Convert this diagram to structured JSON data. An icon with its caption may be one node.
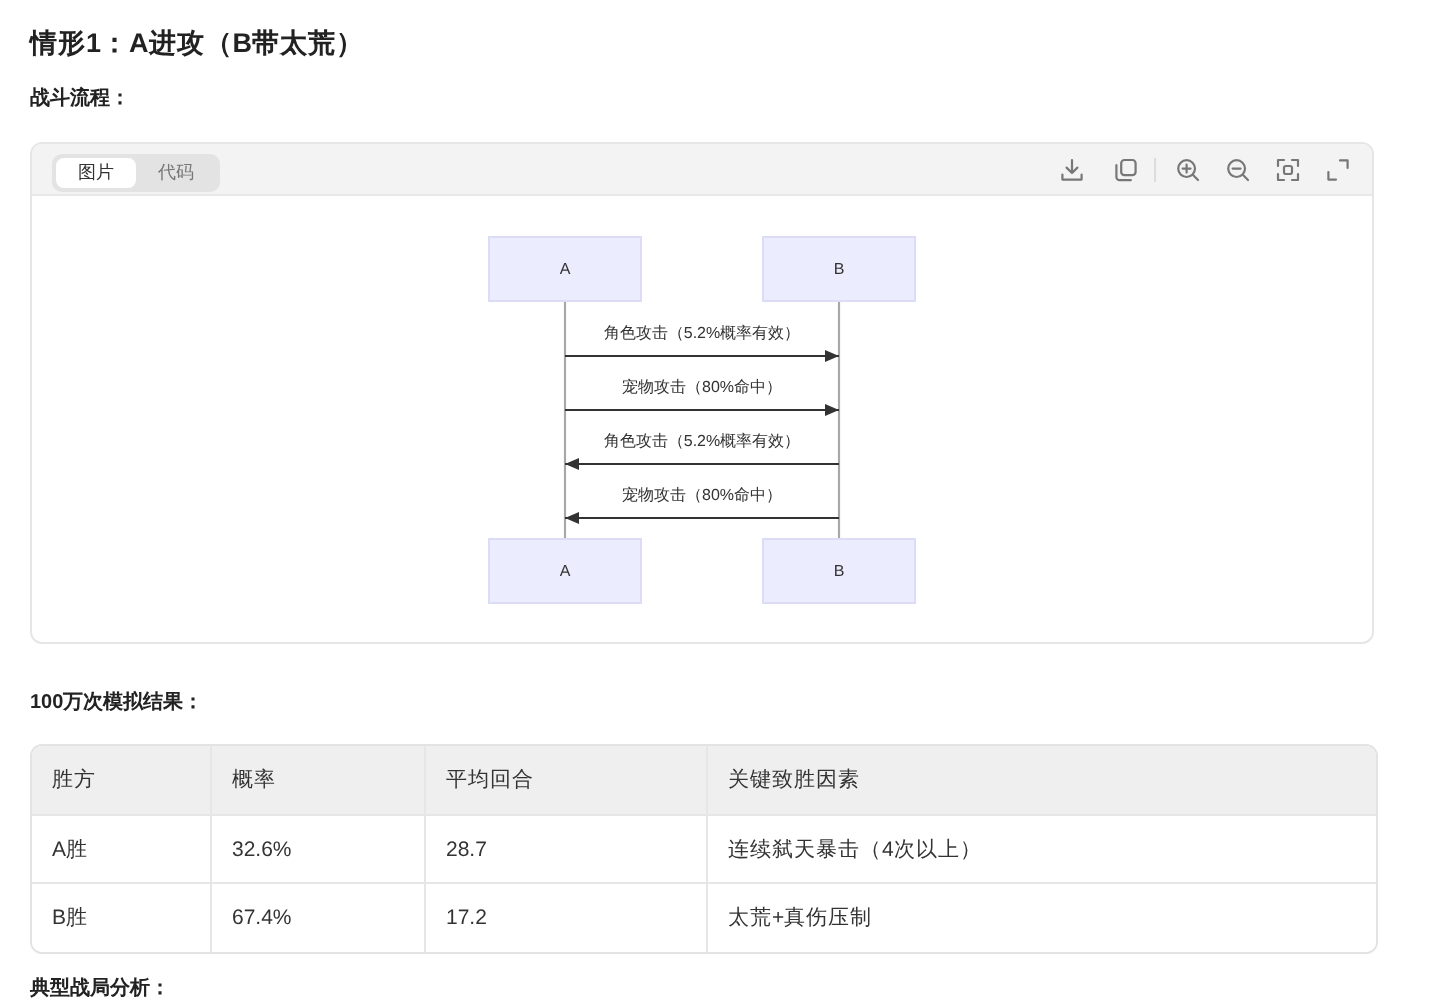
{
  "diagram": {
    "title": "情形1：A进攻（B带太荒）",
    "nodes": [
      {
        "text": [
          "A"
        ]
      },
      {
        "text": [
          "B"
        ]
      },
      {
        "text": [
          "A"
        ]
      },
      {
        "text": [
          "B"
        ]
      }
    ],
    "edges": [
      {
        "from": 0,
        "to": 2,
        "arrow": "none",
        "color": "#a8a8a8"
      },
      {
        "from": 1,
        "to": 3,
        "arrow": "none",
        "color": "#a8a8a8"
      },
      {
        "from": 0,
        "to": 1,
        "arrow": "to",
        "label": "角色攻击（5.2%概率有效）"
      },
      {
        "from": 0,
        "to": 1,
        "arrow": "to",
        "label": "宠物攻击（80%命中）"
      },
      {
        "from": 3,
        "to": 2,
        "arrow": "to",
        "label": "角色攻击（5.2%概率有效）"
      },
      {
        "from": 3,
        "to": 2,
        "arrow": "to",
        "label": "宠物攻击（80%命中）"
      }
    ],
    "labels": [
      "战斗流程：",
      "图片",
      "代码",
      "100万次模拟结果：",
      "胜方",
      "概率",
      "平均回合",
      "关键致胜因素",
      "A胜",
      "32.6%",
      "28.7",
      "连续弑天暴击（4次以上）",
      "B胜",
      "67.4%",
      "17.2",
      "太荒+真伤压制",
      "典型战局分析："
    ]
  }
}
